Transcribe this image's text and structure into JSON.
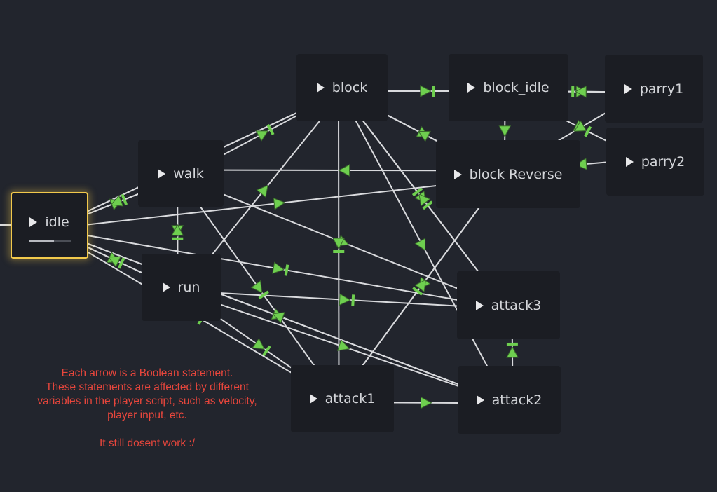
{
  "colors": {
    "background": "#22252d",
    "node_bg": "#1b1d23",
    "line": "#d9dadd",
    "arrow": "#6ecf4f",
    "arrow_dim": "#2f5a2a",
    "current_border": "#f2c94c",
    "note_text": "#e8463c"
  },
  "nodes": [
    {
      "id": "idle",
      "label": "idle",
      "current": true,
      "progress": 0.6
    },
    {
      "id": "walk",
      "label": "walk"
    },
    {
      "id": "run",
      "label": "run"
    },
    {
      "id": "block",
      "label": "block"
    },
    {
      "id": "block_idle",
      "label": "block_idle"
    },
    {
      "id": "block_reverse",
      "label": "block Reverse"
    },
    {
      "id": "parry1",
      "label": "parry1"
    },
    {
      "id": "parry2",
      "label": "parry2"
    },
    {
      "id": "attack1",
      "label": "attack1"
    },
    {
      "id": "attack2",
      "label": "attack2"
    },
    {
      "id": "attack3",
      "label": "attack3"
    }
  ],
  "transitions": [
    {
      "from": "idle",
      "to": "walk"
    },
    {
      "from": "walk",
      "to": "idle"
    },
    {
      "from": "idle",
      "to": "block"
    },
    {
      "from": "block",
      "to": "idle"
    },
    {
      "from": "idle",
      "to": "run"
    },
    {
      "from": "run",
      "to": "idle"
    },
    {
      "from": "idle",
      "to": "attack1"
    },
    {
      "from": "idle",
      "to": "attack2"
    },
    {
      "from": "idle",
      "to": "attack3"
    },
    {
      "from": "idle",
      "to": "block_reverse"
    },
    {
      "from": "walk",
      "to": "run"
    },
    {
      "from": "run",
      "to": "walk"
    },
    {
      "from": "walk",
      "to": "block"
    },
    {
      "from": "block_reverse",
      "to": "walk"
    },
    {
      "from": "walk",
      "to": "attack1"
    },
    {
      "from": "walk",
      "to": "attack3"
    },
    {
      "from": "run",
      "to": "attack1"
    },
    {
      "from": "run",
      "to": "attack2"
    },
    {
      "from": "run",
      "to": "attack3"
    },
    {
      "from": "run",
      "to": "block"
    },
    {
      "from": "block",
      "to": "block_idle"
    },
    {
      "from": "block",
      "to": "block_reverse"
    },
    {
      "from": "block",
      "to": "attack1"
    },
    {
      "from": "block",
      "to": "attack2"
    },
    {
      "from": "block",
      "to": "attack3"
    },
    {
      "from": "block_idle",
      "to": "parry1"
    },
    {
      "from": "parry1",
      "to": "block_idle"
    },
    {
      "from": "block_idle",
      "to": "block_reverse"
    },
    {
      "from": "block_idle",
      "to": "parry2"
    },
    {
      "from": "parry1",
      "to": "block_reverse"
    },
    {
      "from": "parry2",
      "to": "block_reverse"
    },
    {
      "from": "block_reverse",
      "to": "block"
    },
    {
      "from": "block_reverse",
      "to": "attack1"
    },
    {
      "from": "attack1",
      "to": "attack2"
    },
    {
      "from": "attack2",
      "to": "attack3"
    },
    {
      "from": "attack1",
      "to": "block_reverse"
    },
    {
      "from": "attack3",
      "to": "block"
    },
    {
      "from": "attack2",
      "to": "idle"
    }
  ],
  "note": {
    "lines": [
      "Each arrow is a Boolean statement.",
      "These statements are affected by different",
      "variables in the player script, such as velocity,",
      "player input, etc."
    ],
    "footer": "It still dosent work :/"
  }
}
